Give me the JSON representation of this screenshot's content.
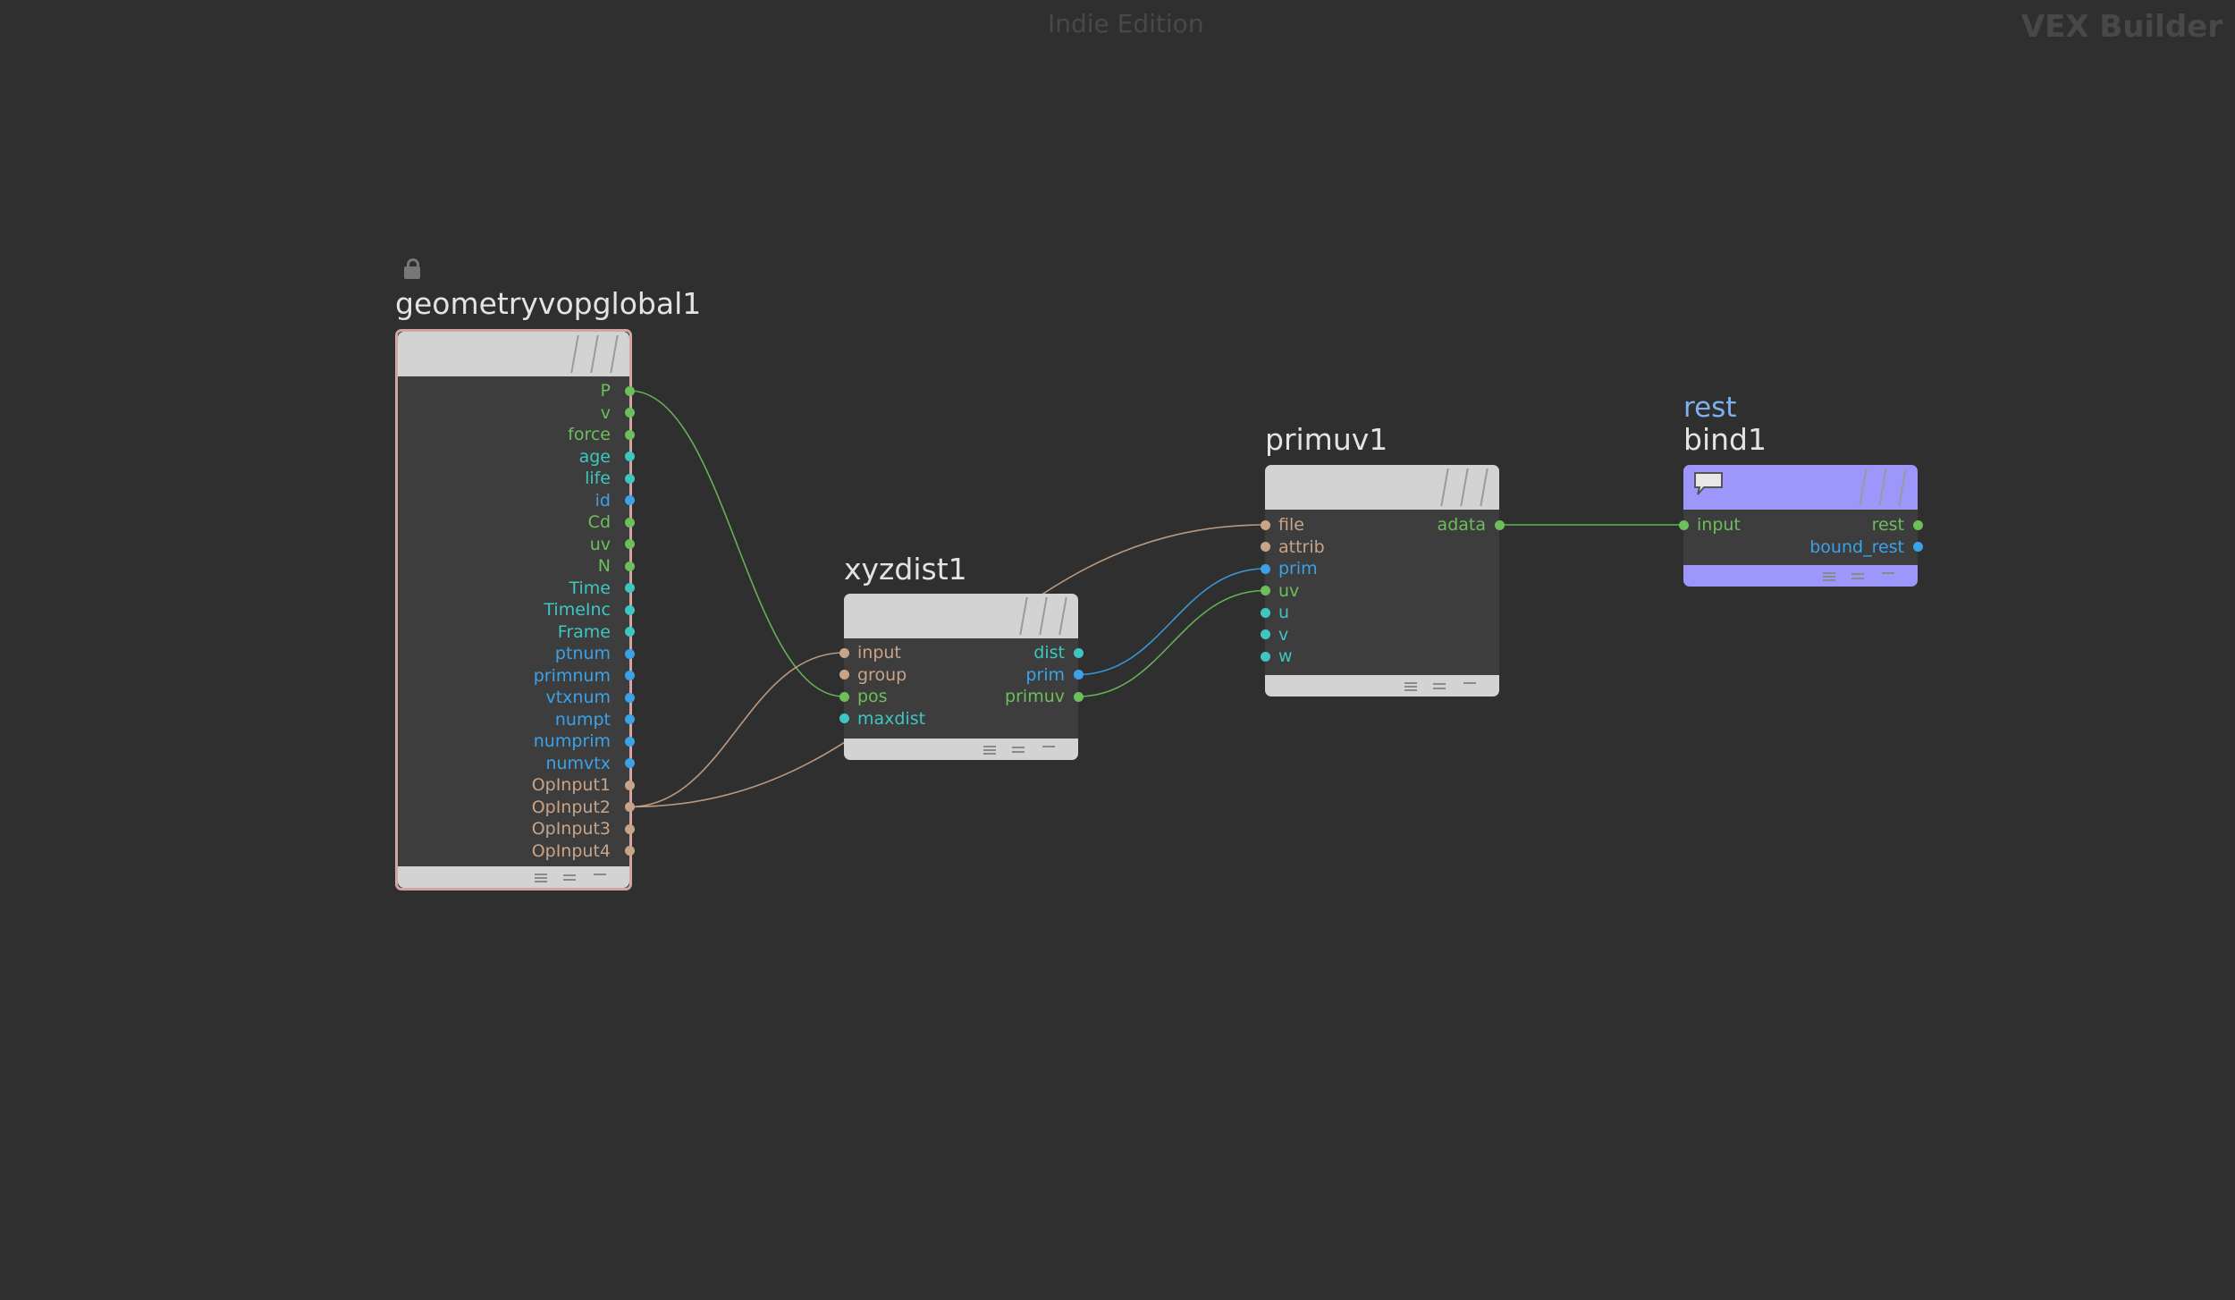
{
  "header": {
    "edition": "Indie Edition",
    "context": "VEX Builder"
  },
  "colors": {
    "background": "#2f2f2f",
    "node_body": "#3d3d3d",
    "node_header": "#d3d3d3",
    "bind_header": "#9d96fb",
    "selected_outline": "#d4a4a4",
    "type_vector": "#6cbf5b",
    "type_float": "#3ec6c1",
    "type_int": "#3ba2e8",
    "type_string": "#c8a488",
    "comment_text": "#7fb1f0"
  },
  "nodes": {
    "geometryvopglobal": {
      "title": "geometryvopglobal1",
      "outputs": [
        {
          "label": "P",
          "type": "vector"
        },
        {
          "label": "v",
          "type": "vector"
        },
        {
          "label": "force",
          "type": "vector"
        },
        {
          "label": "age",
          "type": "float"
        },
        {
          "label": "life",
          "type": "float"
        },
        {
          "label": "id",
          "type": "int"
        },
        {
          "label": "Cd",
          "type": "vector"
        },
        {
          "label": "uv",
          "type": "vector"
        },
        {
          "label": "N",
          "type": "vector"
        },
        {
          "label": "Time",
          "type": "float"
        },
        {
          "label": "TimeInc",
          "type": "float"
        },
        {
          "label": "Frame",
          "type": "float"
        },
        {
          "label": "ptnum",
          "type": "int"
        },
        {
          "label": "primnum",
          "type": "int"
        },
        {
          "label": "vtxnum",
          "type": "int"
        },
        {
          "label": "numpt",
          "type": "int"
        },
        {
          "label": "numprim",
          "type": "int"
        },
        {
          "label": "numvtx",
          "type": "int"
        },
        {
          "label": "OpInput1",
          "type": "string"
        },
        {
          "label": "OpInput2",
          "type": "string"
        },
        {
          "label": "OpInput3",
          "type": "string"
        },
        {
          "label": "OpInput4",
          "type": "string"
        }
      ]
    },
    "xyzdist": {
      "title": "xyzdist1",
      "inputs": [
        {
          "label": "input",
          "type": "string"
        },
        {
          "label": "group",
          "type": "string"
        },
        {
          "label": "pos",
          "type": "vector"
        },
        {
          "label": "maxdist",
          "type": "float"
        }
      ],
      "outputs": [
        {
          "label": "dist",
          "type": "float"
        },
        {
          "label": "prim",
          "type": "int"
        },
        {
          "label": "primuv",
          "type": "vector"
        }
      ]
    },
    "primuv": {
      "title": "primuv1",
      "inputs": [
        {
          "label": "file",
          "type": "string"
        },
        {
          "label": "attrib",
          "type": "string"
        },
        {
          "label": "prim",
          "type": "int"
        },
        {
          "label": "uv",
          "type": "vector"
        },
        {
          "label": "u",
          "type": "float"
        },
        {
          "label": "v",
          "type": "float"
        },
        {
          "label": "w",
          "type": "float"
        }
      ],
      "outputs": [
        {
          "label": "adata",
          "type": "vector"
        }
      ]
    },
    "bind": {
      "title": "bind1",
      "comment": "rest",
      "inputs": [
        {
          "label": "input",
          "type": "vector"
        }
      ],
      "outputs": [
        {
          "label": "rest",
          "type": "vector"
        },
        {
          "label": "bound_rest",
          "type": "int"
        }
      ]
    }
  },
  "connections": [
    {
      "from": "geometryvopglobal.P",
      "to": "xyzdist.pos",
      "type": "vector"
    },
    {
      "from": "geometryvopglobal.OpInput2",
      "to": "xyzdist.input",
      "type": "string"
    },
    {
      "from": "geometryvopglobal.OpInput2",
      "to": "primuv.file",
      "type": "string"
    },
    {
      "from": "xyzdist.prim",
      "to": "primuv.prim",
      "type": "int"
    },
    {
      "from": "xyzdist.primuv",
      "to": "primuv.uv",
      "type": "vector"
    },
    {
      "from": "primuv.adata",
      "to": "bind.input",
      "type": "vector"
    }
  ]
}
